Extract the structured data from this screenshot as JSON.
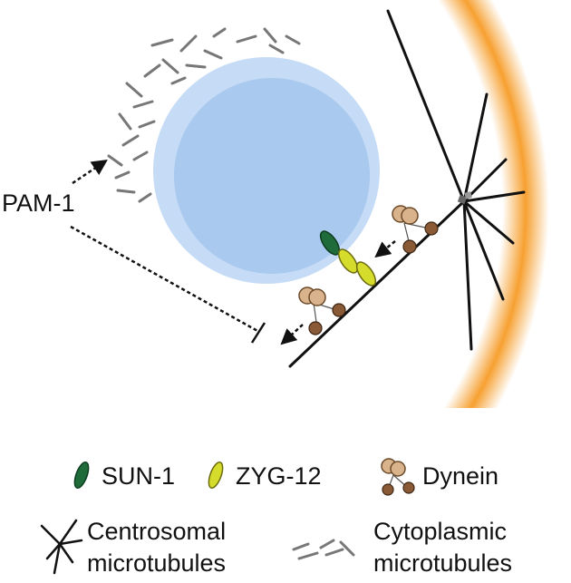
{
  "labels": {
    "pam1": "PAM-1",
    "sun1": "SUN-1",
    "zyg12": "ZYG-12",
    "dynein": "Dynein",
    "centrosomal_line1": "Centrosomal",
    "centrosomal_line2": "microtubules",
    "cytoplasmic_line1": "Cytoplasmic",
    "cytoplasmic_line2": "microtubules"
  },
  "colors": {
    "nucleus_outer": "#c6dcf6",
    "nucleus_inner": "#a9c9ee",
    "cortex": "#f5a53a",
    "sun1": "#1f6b3a",
    "zyg12": "#d6dc2c",
    "dynein_head": "#d9b38c",
    "dynein_foot": "#8a5a36",
    "microtubule": "#111111",
    "cytoplasmic_mt": "#777777"
  }
}
